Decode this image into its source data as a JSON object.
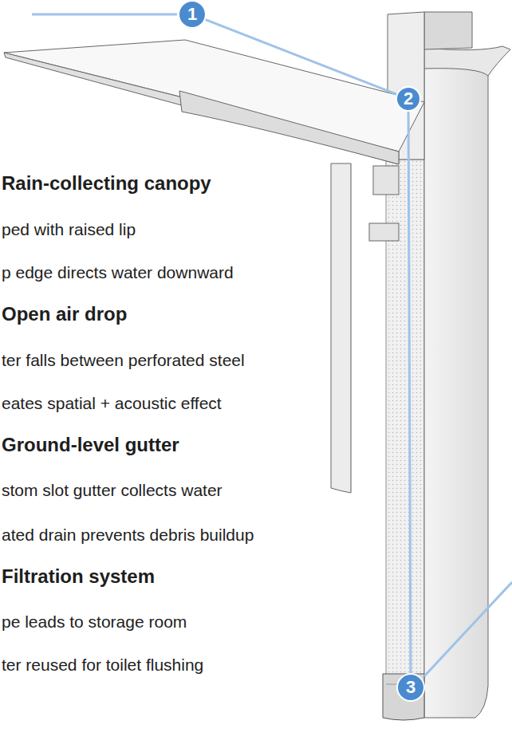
{
  "diagram": {
    "nodes": [
      {
        "text": [
          "1"
        ]
      },
      {
        "text": [
          "2"
        ]
      },
      {
        "text": [
          "3"
        ]
      }
    ],
    "edges": [
      {
        "from": 0,
        "to": 1,
        "arrow": "none"
      },
      {
        "from": 1,
        "to": 2,
        "arrow": "none"
      }
    ],
    "labels": [
      "Rain-collecting canopy",
      "ped with raised lip",
      "p edge directs water downward",
      "Open air drop",
      "ter falls between perforated steel",
      "eates spatial + acoustic effect",
      "Ground-level gutter",
      "stom slot gutter collects water",
      "ated drain prevents debris buildup",
      "Filtration system",
      "pe leads to storage room",
      "ter reused for toilet flushing"
    ]
  }
}
